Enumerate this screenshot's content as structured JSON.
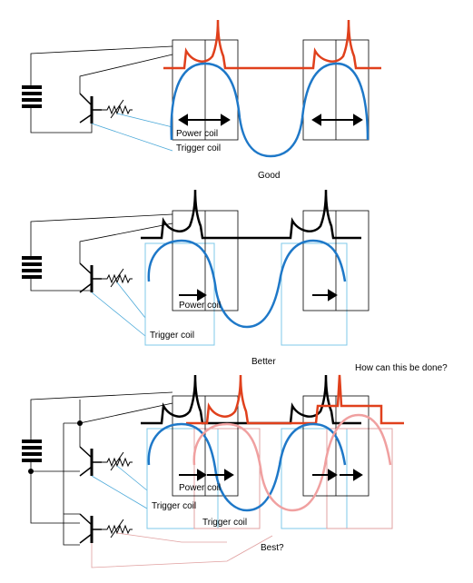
{
  "panels": {
    "good": {
      "caption": "Good",
      "power_coil_label": "Power coil",
      "trigger_coil_label": "Trigger coil"
    },
    "better": {
      "caption": "Better",
      "power_coil_label": "Power coil",
      "trigger_coil_label": "Trigger coil"
    },
    "best": {
      "caption": "Best?",
      "question": "How can this be done?",
      "power_coil_label": "Power coil",
      "trigger_coil_label_1": "Trigger coil",
      "trigger_coil_label_2": "Trigger coil"
    }
  },
  "colors": {
    "pulse": "#e0401c",
    "flux": "#1e78c8",
    "trigger_box": "#7fc8e8",
    "wire_blue": "#4aa8d8",
    "phase2_flux": "#f0a0a0",
    "phase2_wire": "#e0a0a0",
    "lines": "#000000"
  }
}
